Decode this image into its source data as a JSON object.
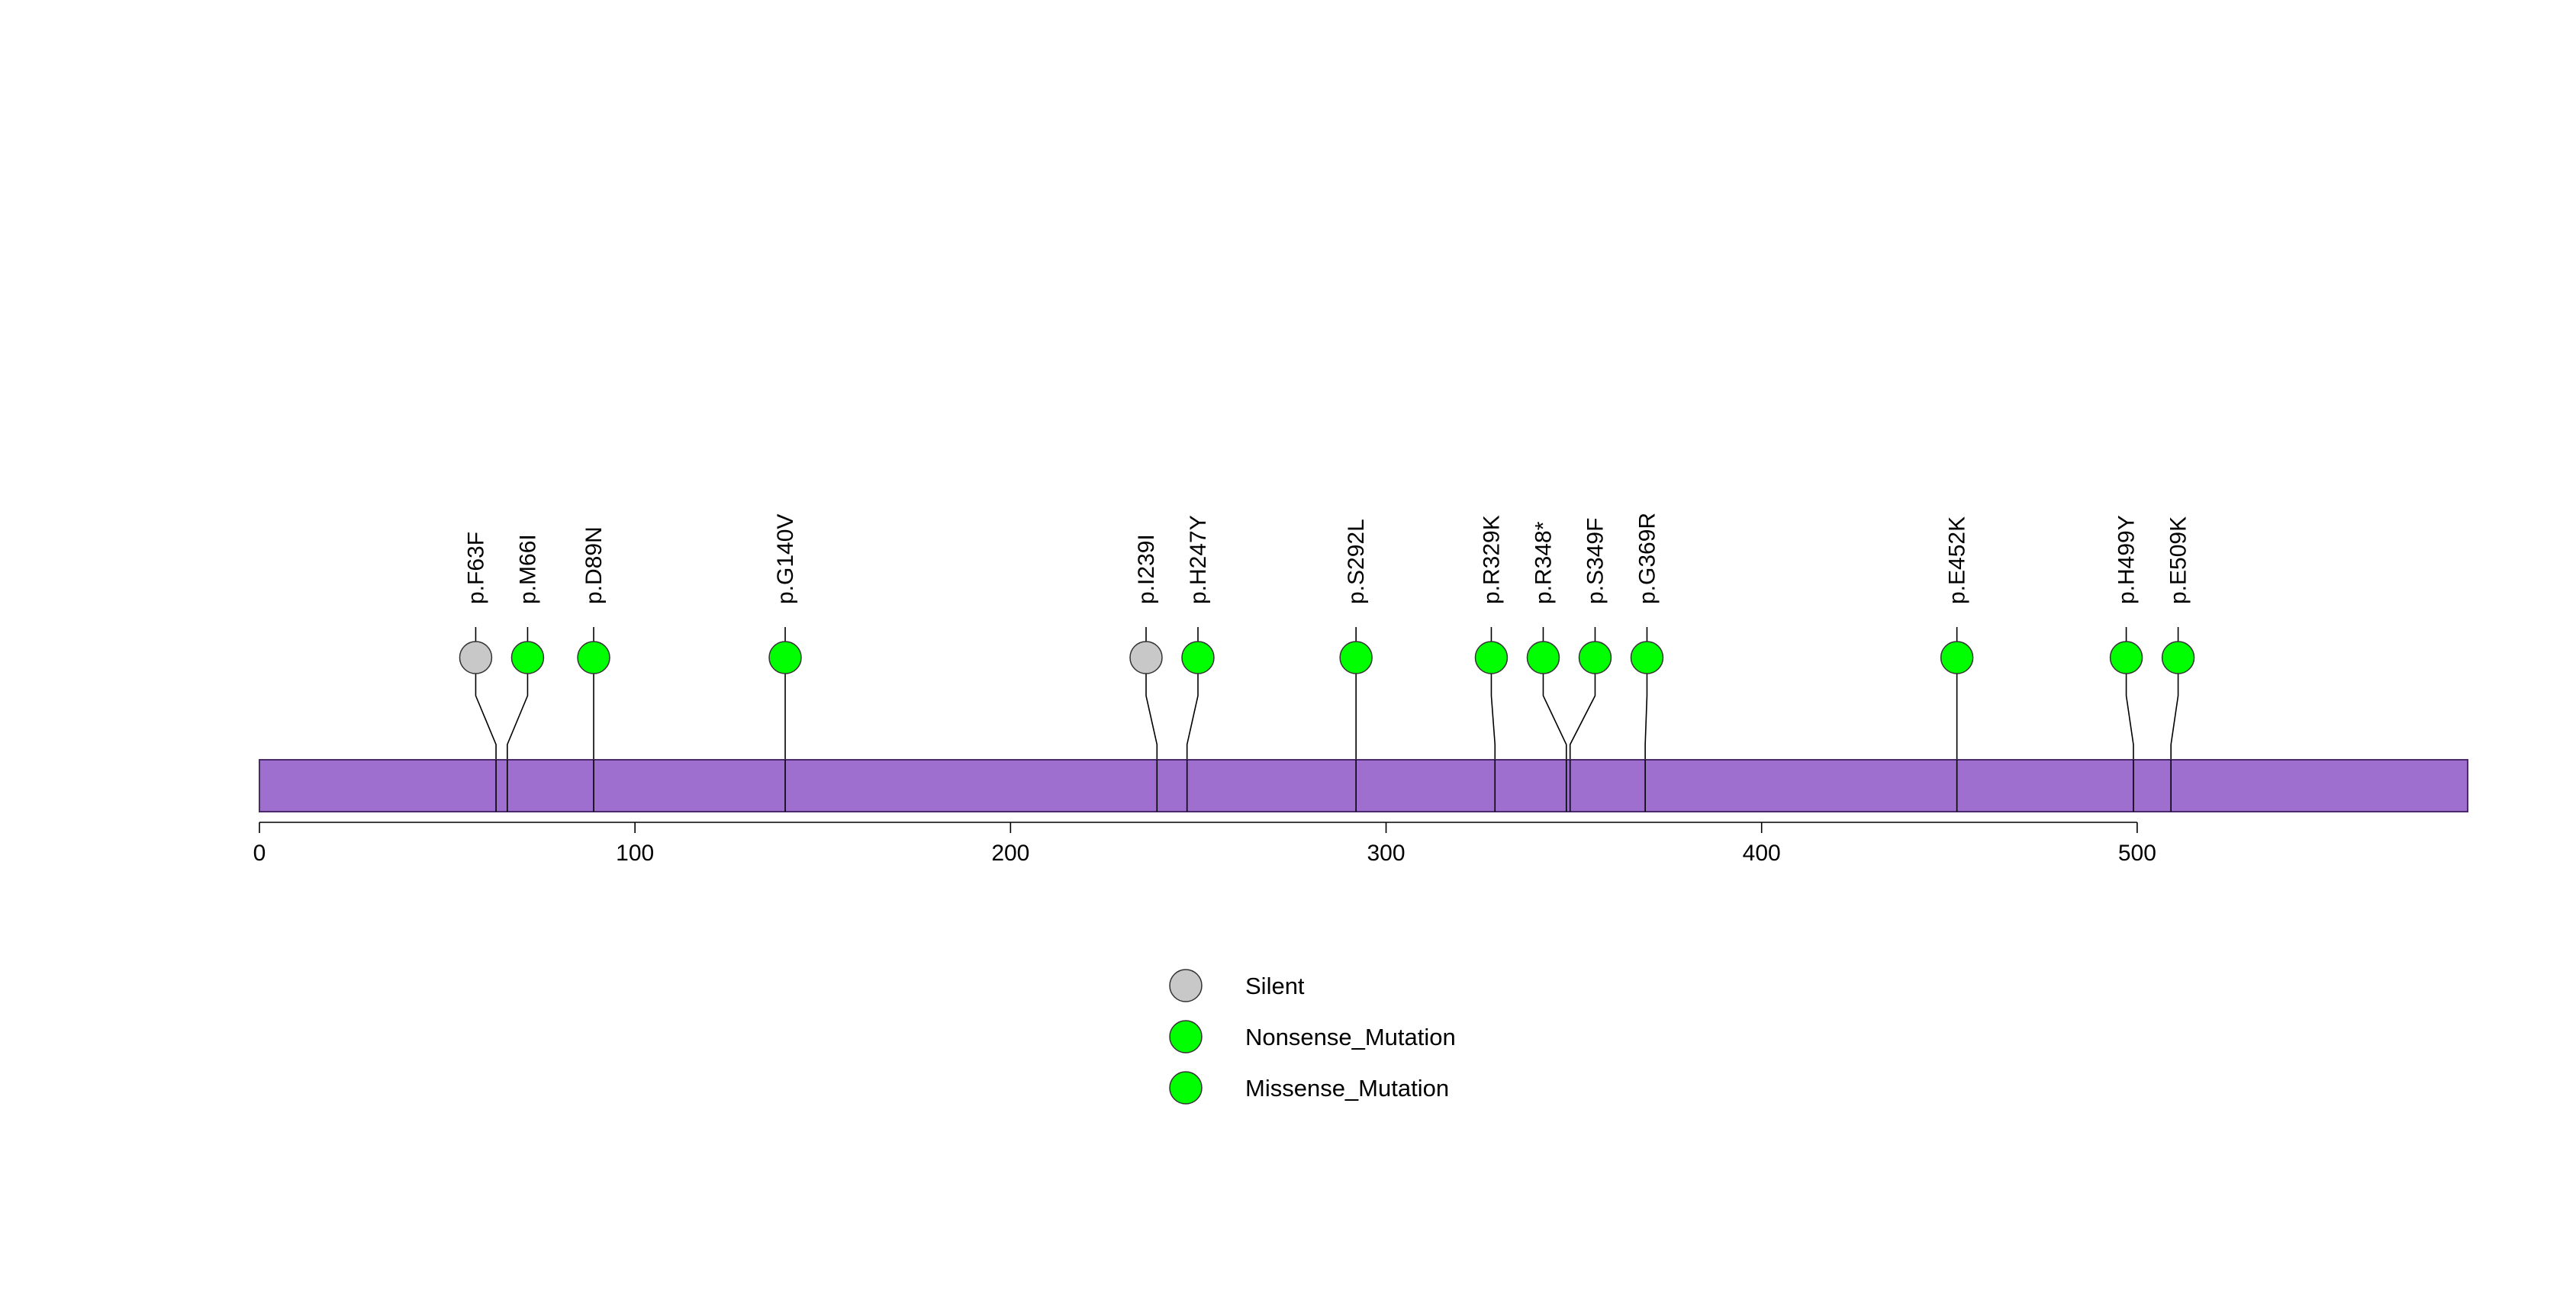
{
  "chart_data": {
    "type": "scatter",
    "subtype": "lollipop",
    "xlim": [
      0,
      588
    ],
    "x_ticks": [
      0,
      100,
      200,
      300,
      400,
      500
    ],
    "protein_bar_color": "#9f6fcf",
    "mutations": [
      {
        "label": "p.F63F",
        "position": 63,
        "type": "Silent"
      },
      {
        "label": "p.M66I",
        "position": 66,
        "type": "Missense_Mutation"
      },
      {
        "label": "p.D89N",
        "position": 89,
        "type": "Missense_Mutation"
      },
      {
        "label": "p.G140V",
        "position": 140,
        "type": "Missense_Mutation"
      },
      {
        "label": "p.I239I",
        "position": 239,
        "type": "Silent"
      },
      {
        "label": "p.H247Y",
        "position": 247,
        "type": "Missense_Mutation"
      },
      {
        "label": "p.S292L",
        "position": 292,
        "type": "Missense_Mutation"
      },
      {
        "label": "p.R329K",
        "position": 329,
        "type": "Missense_Mutation"
      },
      {
        "label": "p.R348*",
        "position": 348,
        "type": "Nonsense_Mutation"
      },
      {
        "label": "p.S349F",
        "position": 349,
        "type": "Missense_Mutation"
      },
      {
        "label": "p.G369R",
        "position": 369,
        "type": "Missense_Mutation"
      },
      {
        "label": "p.E452K",
        "position": 452,
        "type": "Missense_Mutation"
      },
      {
        "label": "p.H499Y",
        "position": 499,
        "type": "Missense_Mutation"
      },
      {
        "label": "p.E509K",
        "position": 509,
        "type": "Missense_Mutation"
      }
    ],
    "legend": {
      "placement": "bottom-center",
      "entries": [
        {
          "name": "Silent",
          "color": "#c8c8c8"
        },
        {
          "name": "Nonsense_Mutation",
          "color": "#00ff00"
        },
        {
          "name": "Missense_Mutation",
          "color": "#00ff00"
        }
      ]
    }
  }
}
